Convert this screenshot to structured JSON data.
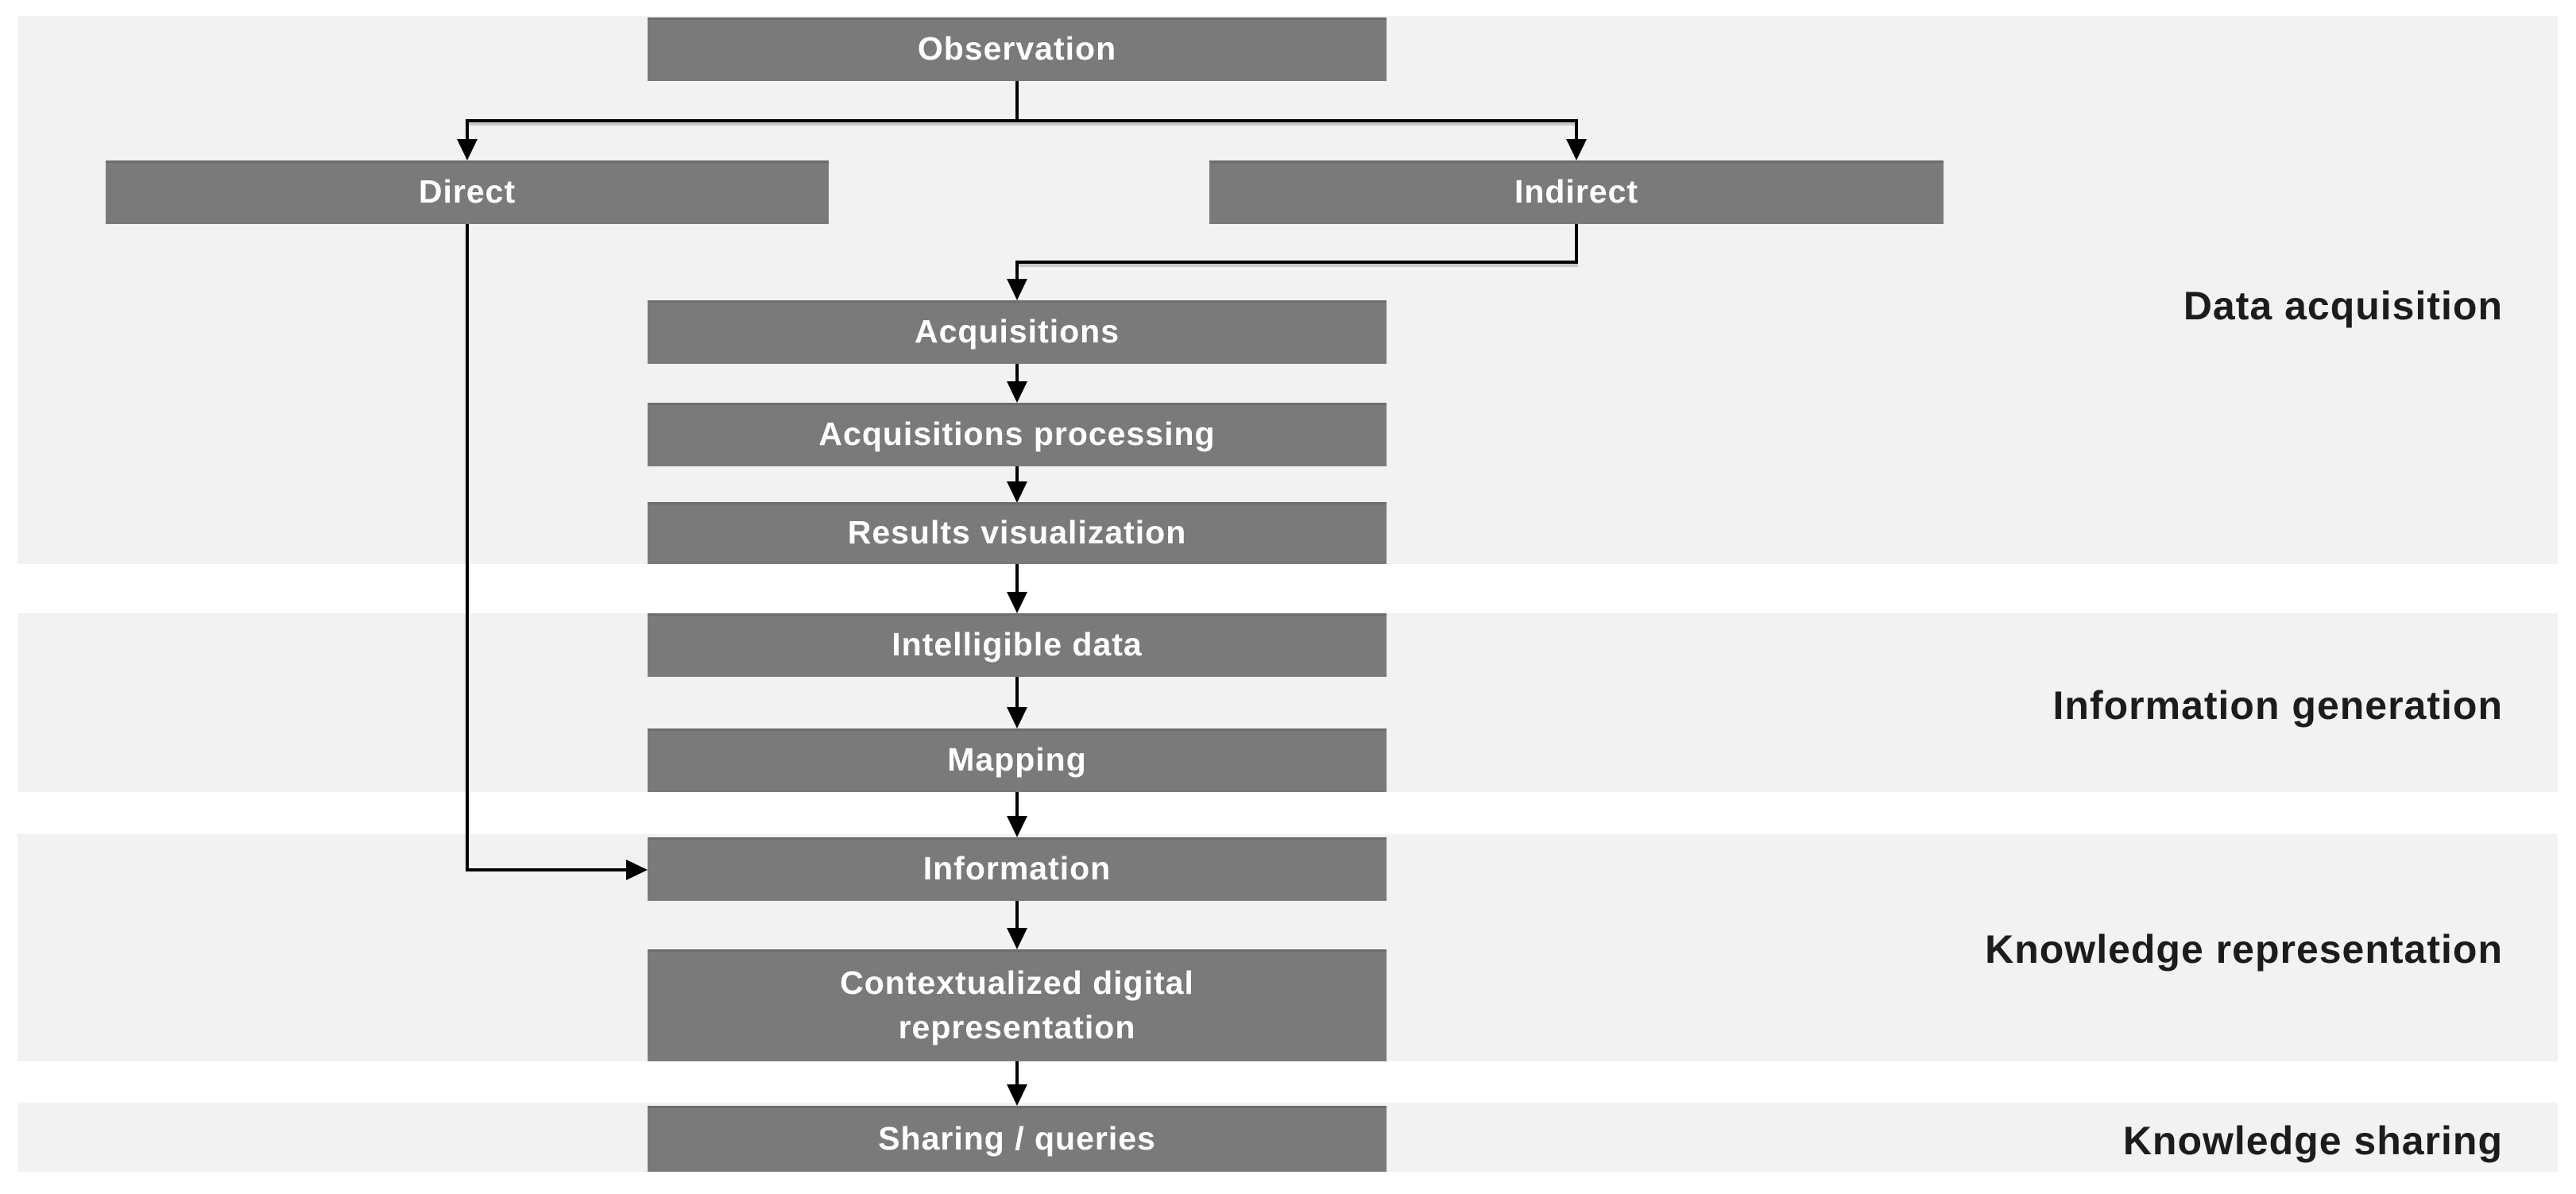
{
  "diagram": {
    "nodes": {
      "observation": {
        "label": "Observation"
      },
      "direct": {
        "label": "Direct"
      },
      "indirect": {
        "label": "Indirect"
      },
      "acquisitions": {
        "label": "Acquisitions"
      },
      "acquisitions_processing": {
        "label": "Acquisitions processing"
      },
      "results_visualization": {
        "label": "Results visualization"
      },
      "intelligible_data": {
        "label": "Intelligible data"
      },
      "mapping": {
        "label": "Mapping"
      },
      "information": {
        "label": "Information"
      },
      "contextualized_digital_representation": {
        "label": "Contextualized digital representation"
      },
      "sharing_queries": {
        "label": "Sharing / queries"
      }
    },
    "stages": [
      {
        "label": "Data acquisition"
      },
      {
        "label": "Information generation"
      },
      {
        "label": "Knowledge representation"
      },
      {
        "label": "Knowledge sharing"
      }
    ],
    "colors": {
      "node_fill": "#7a7a7a",
      "node_text": "#ffffff",
      "band_fill": "#f2f2f2",
      "connector": "#000000",
      "stage_label_text": "#1c1c1c",
      "page_background": "#ffffff"
    }
  }
}
